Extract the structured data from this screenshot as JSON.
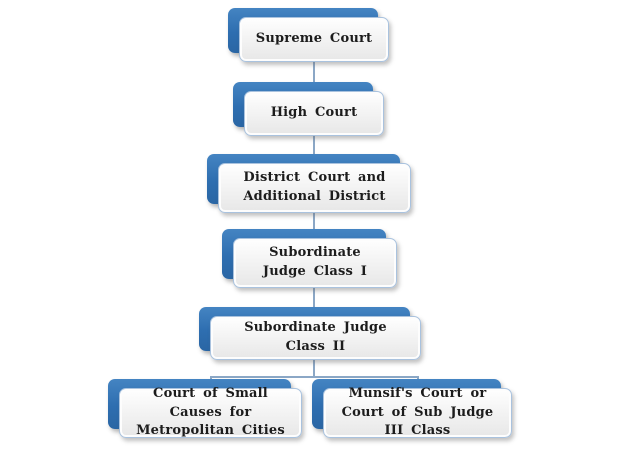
{
  "diagram": {
    "type": "org-hierarchy-flowchart",
    "nodes": [
      {
        "id": "supreme-court",
        "label": "Supreme Court"
      },
      {
        "id": "high-court",
        "label": "High Court"
      },
      {
        "id": "district-court",
        "label": "District Court and Additional District"
      },
      {
        "id": "subordinate-judge-class-1",
        "label": "Subordinate Judge Class I"
      },
      {
        "id": "subordinate-judge-class-2",
        "label": "Subordinate Judge Class II"
      },
      {
        "id": "court-of-small-causes",
        "label": "Court of Small Causes for Metropolitan Cities"
      },
      {
        "id": "munsif-court",
        "label": "Munsif's Court or Court of Sub Judge III Class"
      }
    ],
    "edges": [
      {
        "from": "supreme-court",
        "to": "high-court"
      },
      {
        "from": "high-court",
        "to": "district-court"
      },
      {
        "from": "district-court",
        "to": "subordinate-judge-class-1"
      },
      {
        "from": "subordinate-judge-class-1",
        "to": "subordinate-judge-class-2"
      },
      {
        "from": "subordinate-judge-class-2",
        "to": "court-of-small-causes"
      },
      {
        "from": "subordinate-judge-class-2",
        "to": "munsif-court"
      }
    ],
    "colors": {
      "accent_blue": "#2E6EB0",
      "box_border": "#A9C2DE",
      "box_fill_top": "#FFFFFF",
      "box_fill_bottom": "#E7E7E7",
      "connector": "#8BA7C6",
      "text": "#1C1C1C",
      "background": "#FFFFFF"
    }
  }
}
